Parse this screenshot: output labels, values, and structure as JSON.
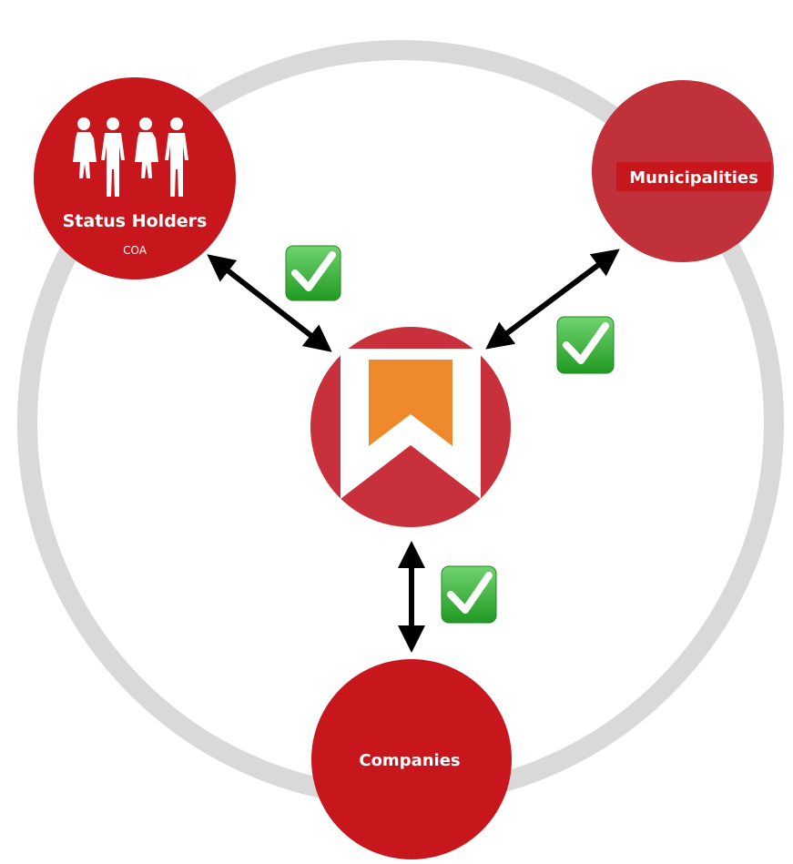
{
  "nodes": {
    "status_holders": {
      "label": "Status Holders",
      "sublabel": "COA",
      "icon": "people-group-icon",
      "color": "#c8161d"
    },
    "municipalities": {
      "label": "Municipalities",
      "color": "#c0313a",
      "label_bg": "#c8161d"
    },
    "companies": {
      "label": "Companies",
      "color": "#c8161d"
    },
    "center": {
      "icon": "bookmark-w-logo-icon",
      "color": "#c8313c",
      "accent": "#ef8a2c"
    }
  },
  "connections": [
    {
      "from": "status_holders",
      "to": "center",
      "status": "check"
    },
    {
      "from": "municipalities",
      "to": "center",
      "status": "check"
    },
    {
      "from": "companies",
      "to": "center",
      "status": "check"
    }
  ],
  "colors": {
    "ring": "#d9d9d9",
    "arrow": "#000000",
    "check_bg": "#3cb43c",
    "check_mark": "#ffffff"
  }
}
